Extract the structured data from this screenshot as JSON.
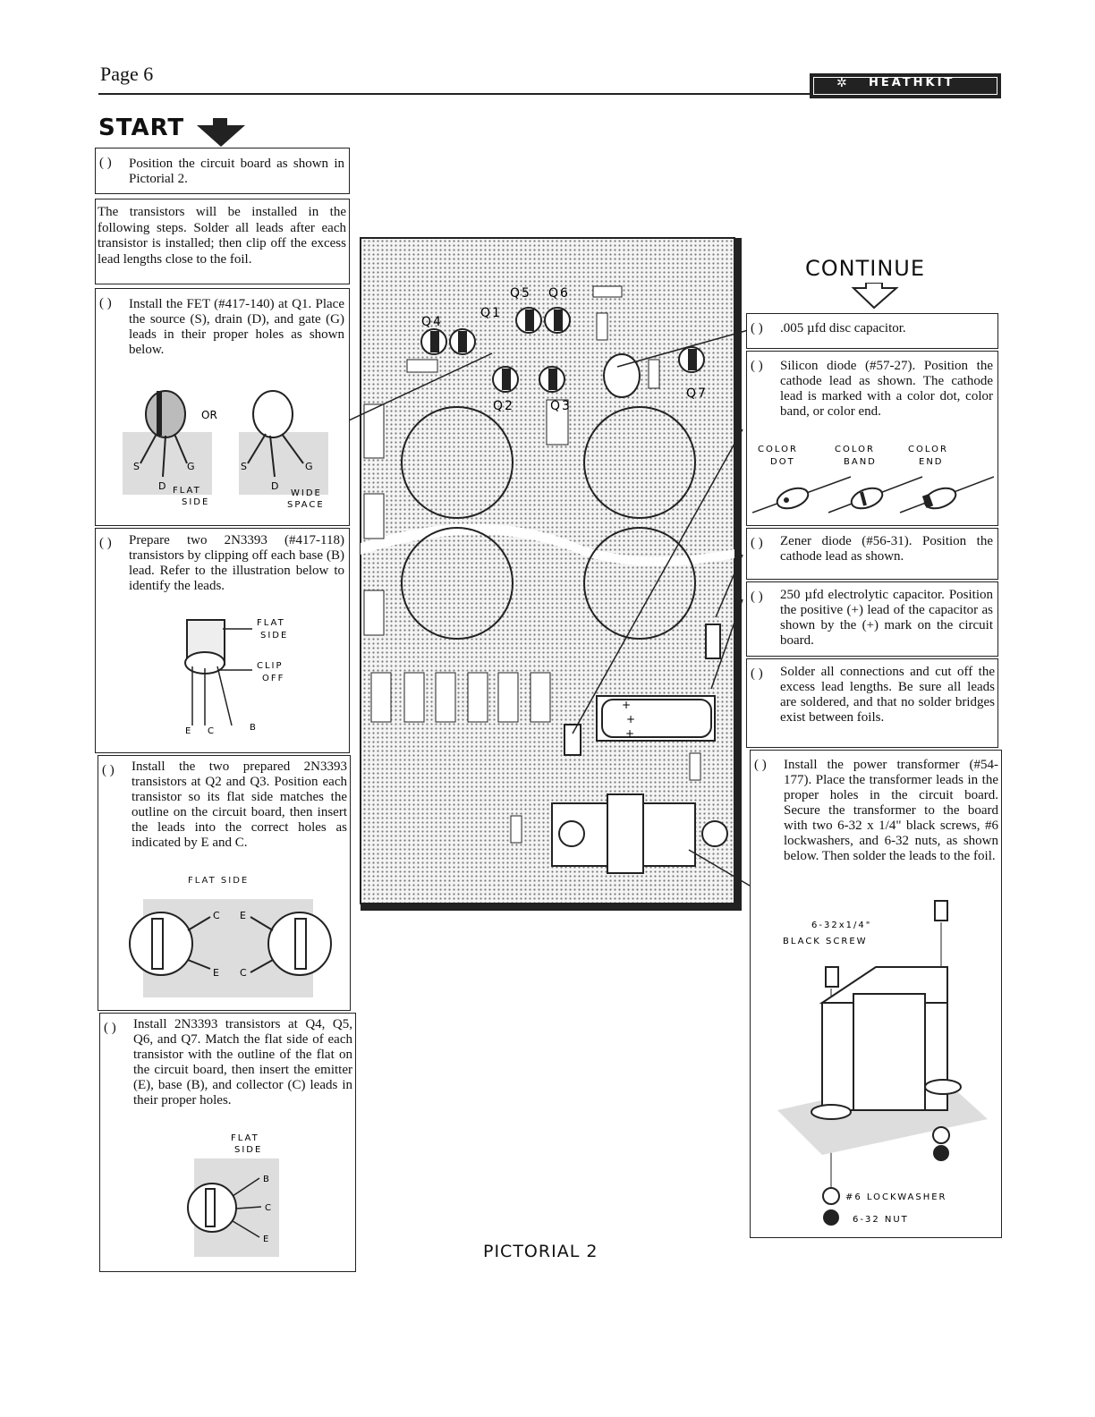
{
  "header": {
    "page_label": "Page 6",
    "logo_text": "HEATHKIT"
  },
  "start_label": "START",
  "continue_label": "CONTINUE",
  "pictorial_label": "PICTORIAL 2",
  "checkbox": "(   )",
  "left_steps": [
    {
      "text": "Position the circuit board as shown in Pictorial 2."
    },
    {
      "text": "The transistors will be installed in the following steps. Solder all leads after each transistor is installed; then clip off the excess lead lengths close to the foil."
    },
    {
      "text": "Install the FET (#417-140) at Q1. Place the source (S), drain (D), and gate (G) leads in their proper holes as shown below."
    },
    {
      "text": "Prepare two 2N3393 (#417-118) transistors by clipping off each base (B) lead. Refer to the illustration below to identify the leads."
    },
    {
      "text": "Install the two prepared 2N3393 transistors at Q2 and Q3. Position each transistor so its flat side matches the outline on the circuit board, then insert the leads into the correct holes as indicated by E and C."
    },
    {
      "text": "Install 2N3393 transistors at Q4, Q5, Q6, and Q7. Match the flat side of each transistor with the outline of the flat on the circuit board, then insert the emitter (E), base (B), and collector (C) leads in their proper holes."
    }
  ],
  "right_steps": [
    {
      "text": ".005 µfd disc capacitor."
    },
    {
      "text": "Silicon diode (#57-27). Position the cathode lead as shown. The cathode lead is marked with a color dot, color band, or color end."
    },
    {
      "text": "Zener diode (#56-31). Position the cathode lead as shown."
    },
    {
      "text": "250 µfd electrolytic capacitor. Position the positive (+) lead of the capacitor as shown by the (+) mark on the circuit board."
    },
    {
      "text": "Solder all connections and cut off the excess lead lengths. Be sure all leads are soldered, and that no solder bridges exist between foils."
    },
    {
      "text": "Install the power transformer (#54-177). Place the transformer leads in the proper holes in the circuit board. Secure the transformer to the board with two 6-32 x 1/4\" black screws, #6 lockwashers, and 6-32 nuts, as shown below. Then solder the leads to the foil."
    }
  ],
  "fet_labels": {
    "or": "OR",
    "s": "S",
    "g": "G",
    "d": "D",
    "flat_side": "FLAT\nSIDE",
    "wide_space": "WIDE\nSPACE"
  },
  "prep_labels": {
    "flat_side": "FLAT\nSIDE",
    "clip_off": "CLIP\nOFF",
    "e": "E",
    "c": "C",
    "b": "B"
  },
  "q2q3_labels": {
    "flat_side": "FLAT SIDE",
    "c": "C",
    "e": "E"
  },
  "q4q7_labels": {
    "flat_side": "FLAT\nSIDE",
    "b": "B",
    "c": "C",
    "e": "E"
  },
  "diode_labels": {
    "dot": "COLOR\nDOT",
    "band": "COLOR\nBAND",
    "end": "COLOR\nEND"
  },
  "transformer_labels": {
    "screw": "6-32x1/4\"\nBLACK SCREW",
    "lockwasher": "#6 LOCKWASHER",
    "nut": "6-32 NUT"
  },
  "board_labels": [
    "Q1",
    "Q2",
    "Q3",
    "Q4",
    "Q5",
    "Q6",
    "Q7"
  ]
}
